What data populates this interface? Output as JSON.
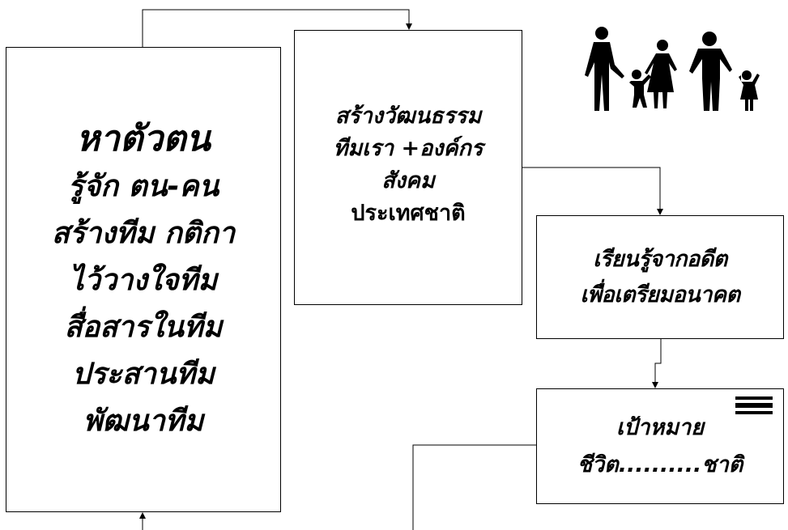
{
  "boxes": {
    "team": {
      "title": "หาตัวตน",
      "items": [
        "รู้จัก ตน-คน",
        "สร้างทีม กติกา",
        "ไว้วางใจทีม",
        "สื่อสารในทีม",
        "ประสานทีม",
        "พัฒนาทีม"
      ]
    },
    "culture": {
      "lines": [
        "สร้างวัฒนธรรม",
        "ทีมเรา +องค์กร",
        "สังคม",
        "ประเทศชาติ"
      ]
    },
    "learn": {
      "lines": [
        "เรียนรู้จากอดีต",
        "เพื่อเตรียมอนาคต"
      ]
    },
    "goal": {
      "lines": [
        "เป้าหมาย",
        "ชีวิต..........ชาติ"
      ]
    }
  },
  "icons": [
    "family-silhouette-icon",
    "flag-stripes-icon"
  ]
}
